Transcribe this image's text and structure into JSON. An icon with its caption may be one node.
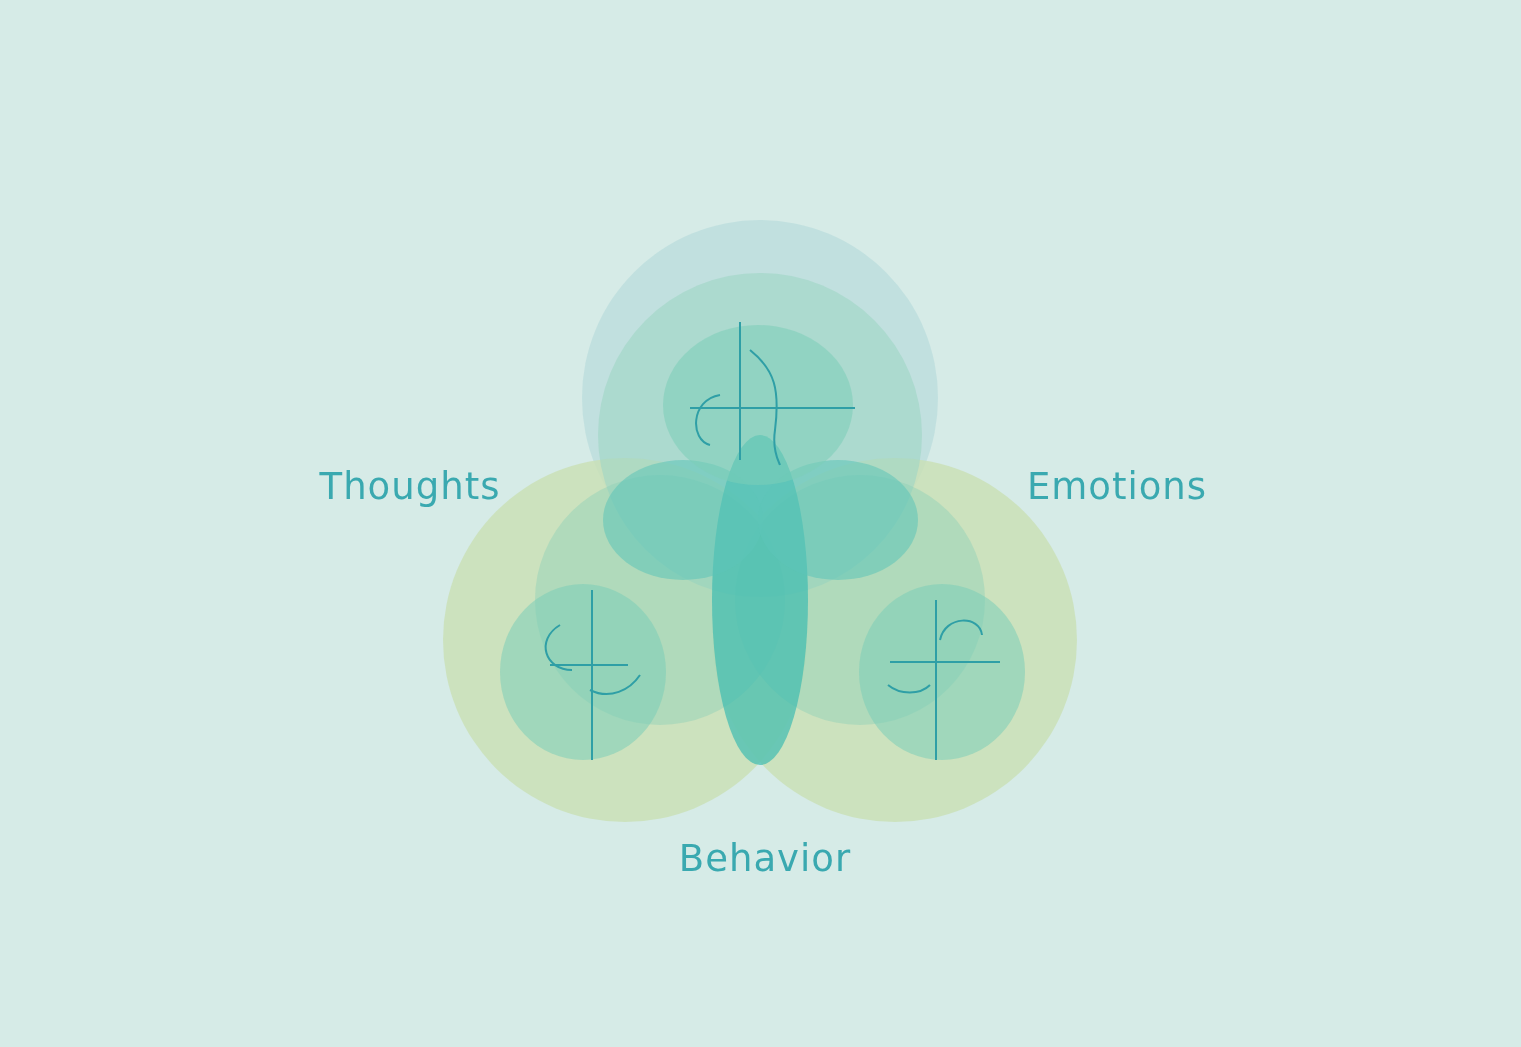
{
  "diagram": {
    "labels": [
      "Thoughts",
      "Emotions",
      "Behavior"
    ]
  }
}
